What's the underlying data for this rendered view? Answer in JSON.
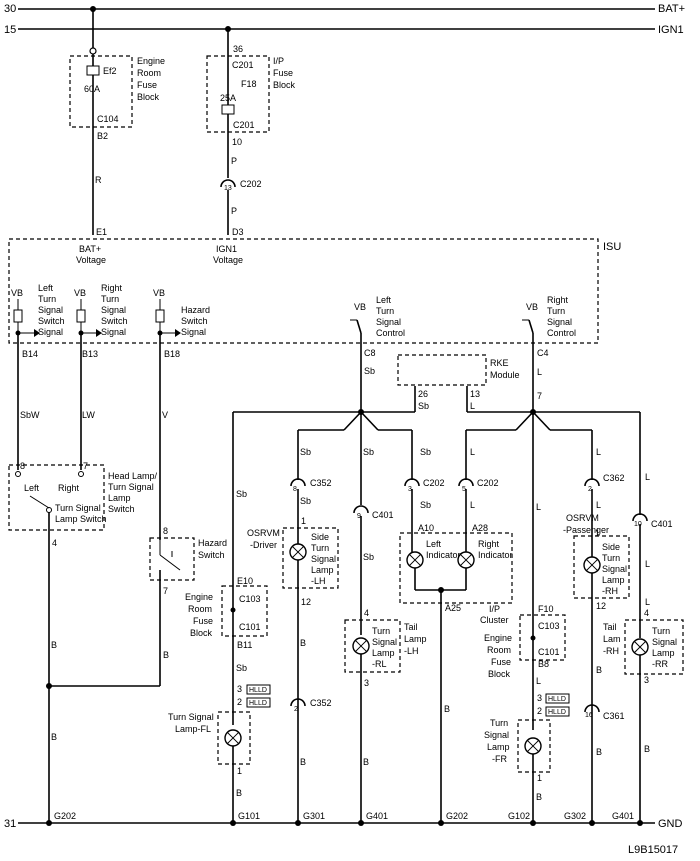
{
  "rails": {
    "top1_num": "30",
    "top1_name": "BAT+",
    "top2_num": "15",
    "top2_name": "IGN1",
    "bottom_num": "31",
    "bottom_name": "GND"
  },
  "fuses": {
    "ef2": {
      "name": "Ef2",
      "amp": "60A",
      "conn": "C104",
      "pin": "B2",
      "block_line1": "Engine",
      "block_line2": "Room",
      "block_line3": "Fuse",
      "block_line4": "Block"
    },
    "f18": {
      "pin_top": "36",
      "conn_top": "C201",
      "name": "F18",
      "amp": "25A",
      "conn_bottom": "C201",
      "pin_bottom": "10",
      "block_line1": "I/P",
      "block_line2": "Fuse",
      "block_line3": "Block"
    }
  },
  "wires": {
    "r": "R",
    "p1": "P",
    "p2": "P",
    "sbw": "SbW",
    "lw": "LW",
    "v": "V",
    "sb_c8": "Sb",
    "l_c4": "L",
    "sb26": "Sb",
    "l13": "L",
    "sb_fl": "Sb",
    "sb_c352": "Sb",
    "sb_c352b": "Sb",
    "sb_c401": "Sb",
    "sb_c401b": "Sb",
    "sb_c202": "Sb",
    "sb_c202b": "Sb",
    "sb_b11": "Sb",
    "l_c202": "L",
    "l_c202b": "L",
    "l_fr": "L",
    "l_fr2": "L",
    "l_c362": "L",
    "l_c362b": "L",
    "l_c401r": "L",
    "l_c401rb": "L",
    "l_c401rc": "L",
    "b_sw": "B",
    "b_sw2": "B",
    "b_hz": "B",
    "b_fl": "B",
    "b_c352": "B",
    "b_c352b": "B",
    "b_rl": "B",
    "b_a25": "B",
    "b_fr": "B",
    "b_c361": "B",
    "b_c361b": "B",
    "b_rr": "B"
  },
  "connectors": {
    "c202": "C202",
    "c202_pin": "13",
    "c8": "C8",
    "c4": "C4",
    "c352a": "C352",
    "c352a_pin": "8",
    "c401a": "C401",
    "c401a_pin": "9",
    "c202l": "C202",
    "c202l_pin": "3",
    "c202r": "C202",
    "c202r_pin": "5",
    "c362": "C362",
    "c362_pin": "2",
    "c401b": "C401",
    "c401b_pin": "10",
    "c352b": "C352",
    "c352b_pin": "2",
    "c361": "C361",
    "c361_pin": "16",
    "c103l": "C103",
    "c101l": "C101",
    "c103r": "C103",
    "c101r": "C101"
  },
  "isu": {
    "title": "ISU",
    "pin_e1": "E1",
    "bat_label1": "BAT+",
    "bat_label2": "Voltage",
    "pin_d3": "D3",
    "ign_label1": "IGN1",
    "ign_label2": "Voltage",
    "vb": "VB",
    "left_sig": [
      "Left",
      "Turn",
      "Signal",
      "Switch",
      "Signal"
    ],
    "right_sig": [
      "Right",
      "Turn",
      "Signal",
      "Switch",
      "Signal"
    ],
    "hazard_sig": [
      "Hazard",
      "Switch",
      "Signal"
    ],
    "left_ctrl": [
      "Left",
      "Turn",
      "Signal",
      "Control"
    ],
    "right_ctrl": [
      "Right",
      "Turn",
      "Signal",
      "Control"
    ],
    "pin_b14": "B14",
    "pin_b13": "B13",
    "pin_b18": "B18"
  },
  "rke": {
    "line1": "RKE",
    "line2": "Module",
    "pin26": "26",
    "pin13": "13"
  },
  "pins": {
    "p7_c4": "7",
    "p8_sw": "8",
    "p7_sw": "7",
    "p4_sw": "4",
    "p8_hz": "8",
    "p7_hz": "7",
    "e10": "E10",
    "b11": "B11",
    "f10": "F10",
    "b8": "B8",
    "p1_osl": "1",
    "p12_osl": "12",
    "p4_rl": "4",
    "p3_rl": "3",
    "a10": "A10",
    "a28": "A28",
    "a25": "A25",
    "p1_osr": "1",
    "p12_osr": "12",
    "p4_rr": "4",
    "p3_rr": "3",
    "p3_fl": "3",
    "p2_fl": "2",
    "p1_fl": "1",
    "p3_fr": "3",
    "p2_fr": "2",
    "p1_fr": "1"
  },
  "components": {
    "headlamp_switch": [
      "Head Lamp/",
      "Turn Signal",
      "Lamp",
      "Switch"
    ],
    "sw_left": "Left",
    "sw_right": "Right",
    "sw_bottom1": "Turn Signal",
    "sw_bottom2": "Lamp Switch",
    "hazard_switch": [
      "Hazard",
      "Switch"
    ],
    "erfb_left": [
      "Engine",
      "Room",
      "Fuse",
      "Block"
    ],
    "erfb_right": [
      "Engine",
      "Room",
      "Fuse",
      "Block"
    ],
    "osrvm_driver": [
      "OSRVM",
      "-Driver"
    ],
    "side_lamp_lh": [
      "Side",
      "Turn",
      "Signal",
      "Lamp",
      "-LH"
    ],
    "tail_lamp_lh": [
      "Tail",
      "Lamp",
      "-LH"
    ],
    "turn_lamp_rl": [
      "Turn",
      "Signal",
      "Lamp",
      "-RL"
    ],
    "left_indicator": [
      "Left",
      "Indicator"
    ],
    "right_indicator": [
      "Right",
      "Indicator"
    ],
    "ip_cluster": [
      "I/P",
      "Cluster"
    ],
    "osrvm_passenger": [
      "OSRVM",
      "-Passenger"
    ],
    "side_lamp_rh": [
      "Side",
      "Turn",
      "Signal",
      "Lamp",
      "-RH"
    ],
    "tail_lamp_rh": [
      "Tail",
      "Lam",
      "-RH"
    ],
    "turn_lamp_rr": [
      "Turn",
      "Signal",
      "Lamp",
      "-RR"
    ],
    "turn_lamp_fl": [
      "Turn Signal",
      "Lamp-FL"
    ],
    "turn_lamp_fr": [
      "Turn",
      "Signal",
      "Lamp",
      "-FR"
    ],
    "hlld": "HLLD"
  },
  "grounds": [
    "G202",
    "G101",
    "G301",
    "G401",
    "G202",
    "G102",
    "G302",
    "G401"
  ],
  "figure_code": "L9B15017"
}
